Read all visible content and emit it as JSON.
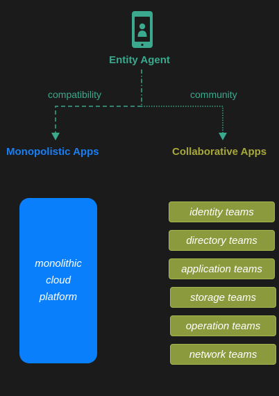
{
  "agent": {
    "label": "Entity Agent",
    "icon": "smartphone-user-icon",
    "color": "#3aa98d"
  },
  "edges": {
    "left_label": "compatibility",
    "right_label": "community"
  },
  "monopolistic": {
    "title": "Monopolistic Apps",
    "color": "#1b7ef2",
    "platform_line1": "monolithic",
    "platform_line2": "cloud",
    "platform_line3": "platform"
  },
  "collaborative": {
    "title": "Collaborative Apps",
    "color": "#a8a83a",
    "teams": [
      "identity teams",
      "directory teams",
      "application teams",
      "storage teams",
      "operation teams",
      "network teams"
    ]
  }
}
